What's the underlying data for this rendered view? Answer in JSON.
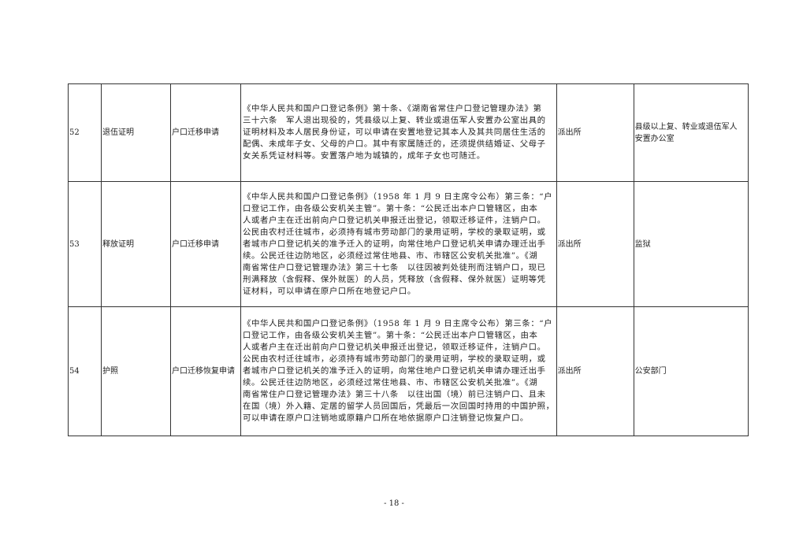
{
  "rows": [
    {
      "no": "52",
      "item": "退伍证明",
      "type": "户口迁移申请",
      "basis": [
        "《中华人民共和国户口登记条例》第十条、《湖南省常住户口登记管理办法》第",
        "三十六条　军人退出现役的，凭县级以上复、转业或退伍军人安置办公室出具的",
        "证明材料及本人居民身份证，可以申请在安置地登记其本人及其共同居住生活的",
        "配偶、未成年子女、父母的户口。其中有家属随迁的，还须提供结婚证、父母子",
        "女关系凭证材料等。安置落户地为城镇的，成年子女也可随迁。"
      ],
      "handler": "派出所",
      "issuer": [
        "县级以上复、转业或退伍军人",
        "安置办公室"
      ]
    },
    {
      "no": "53",
      "item": "释放证明",
      "type": "户口迁移申请",
      "basis": [
        "《中华人民共和国户口登记条例》（1958 年 1 月 9 日主席令公布）第三条：“户",
        "口登记工作，由各级公安机关主管”。第十条：“公民迁出本户口管辖区，由本",
        "人或者户主在迁出前向户口登记机关申报迁出登记，领取迁移证件，注销户口。",
        "公民由农村迁往城市，必须持有城市劳动部门的录用证明，学校的录取证明，或",
        "者城市户口登记机关的准予迁入的证明，向常住地户口登记机关申请办理迁出手",
        "续。公民迁往边防地区，必须经过常住地县、市、市辖区公安机关批准”。《湖",
        "南省常住户口登记管理办法》第三十七条　以往因被判处徒刑而注销户口，现已",
        "刑满释放（含假释、保外就医）的人员，凭释放（含假释、保外就医）证明等凭",
        "证材料，可以申请在原户口所在地登记户口。"
      ],
      "handler": "派出所",
      "issuer": [
        "监狱"
      ]
    },
    {
      "no": "54",
      "item": "护照",
      "type": "户口迁移恢复申请",
      "basis": [
        "《中华人民共和国户口登记条例》（1958 年 1 月 9 日主席令公布）第三条：“户",
        "口登记工作，由各级公安机关主管”。第十条：“公民迁出本户口管辖区，由本",
        "人或者户主在迁出前向户口登记机关申报迁出登记，领取迁移证件，注销户口。",
        "公民由农村迁往城市，必须持有城市劳动部门的录用证明，学校的录取证明，或",
        "者城市户口登记机关的准予迁入的证明，向常住地户口登记机关申请办理迁出手",
        "续。公民迁往边防地区，必须经过常住地县、市、市辖区公安机关批准”。《湖",
        "南省常住户口登记管理办法》第三十八条　以往出国（境）前已注销户口、且未",
        "在国（境）外入籍、定居的留学人员回国后，凭最后一次回国时持用的中国护照，",
        "可以申请在原户口注销地或原籍户口所在地依据原户口注销登记恢复户口。"
      ],
      "handler": "派出所",
      "issuer": [
        "公安部门"
      ]
    }
  ],
  "page_number": "- 18 -"
}
